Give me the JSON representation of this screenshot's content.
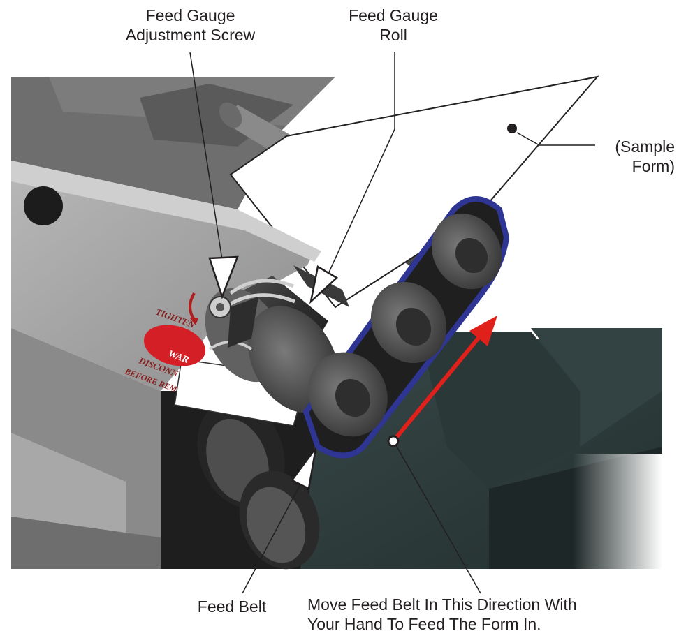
{
  "callouts": {
    "feed_gauge_screw": [
      "Feed Gauge",
      "Adjustment Screw"
    ],
    "feed_gauge_roll": [
      "Feed Gauge",
      "Roll"
    ],
    "sample_form": [
      "(Sample",
      "Form)"
    ],
    "feed_belt": "Feed Belt",
    "move_instruction": [
      "Move Feed Belt In This Direction With",
      "Your Hand To Feed The Form In."
    ]
  },
  "decal": {
    "tighten": "TIGHTEN",
    "warning": "WAR",
    "disconnect": "DISCONN",
    "before_removing": "BEFORE REM"
  },
  "colors": {
    "belt": "#2e3592",
    "direction_arrow": "#e0201b",
    "warning_decal": "#d41f26",
    "decal_text": "#8a1c1c",
    "callout_text": "#231f20"
  }
}
